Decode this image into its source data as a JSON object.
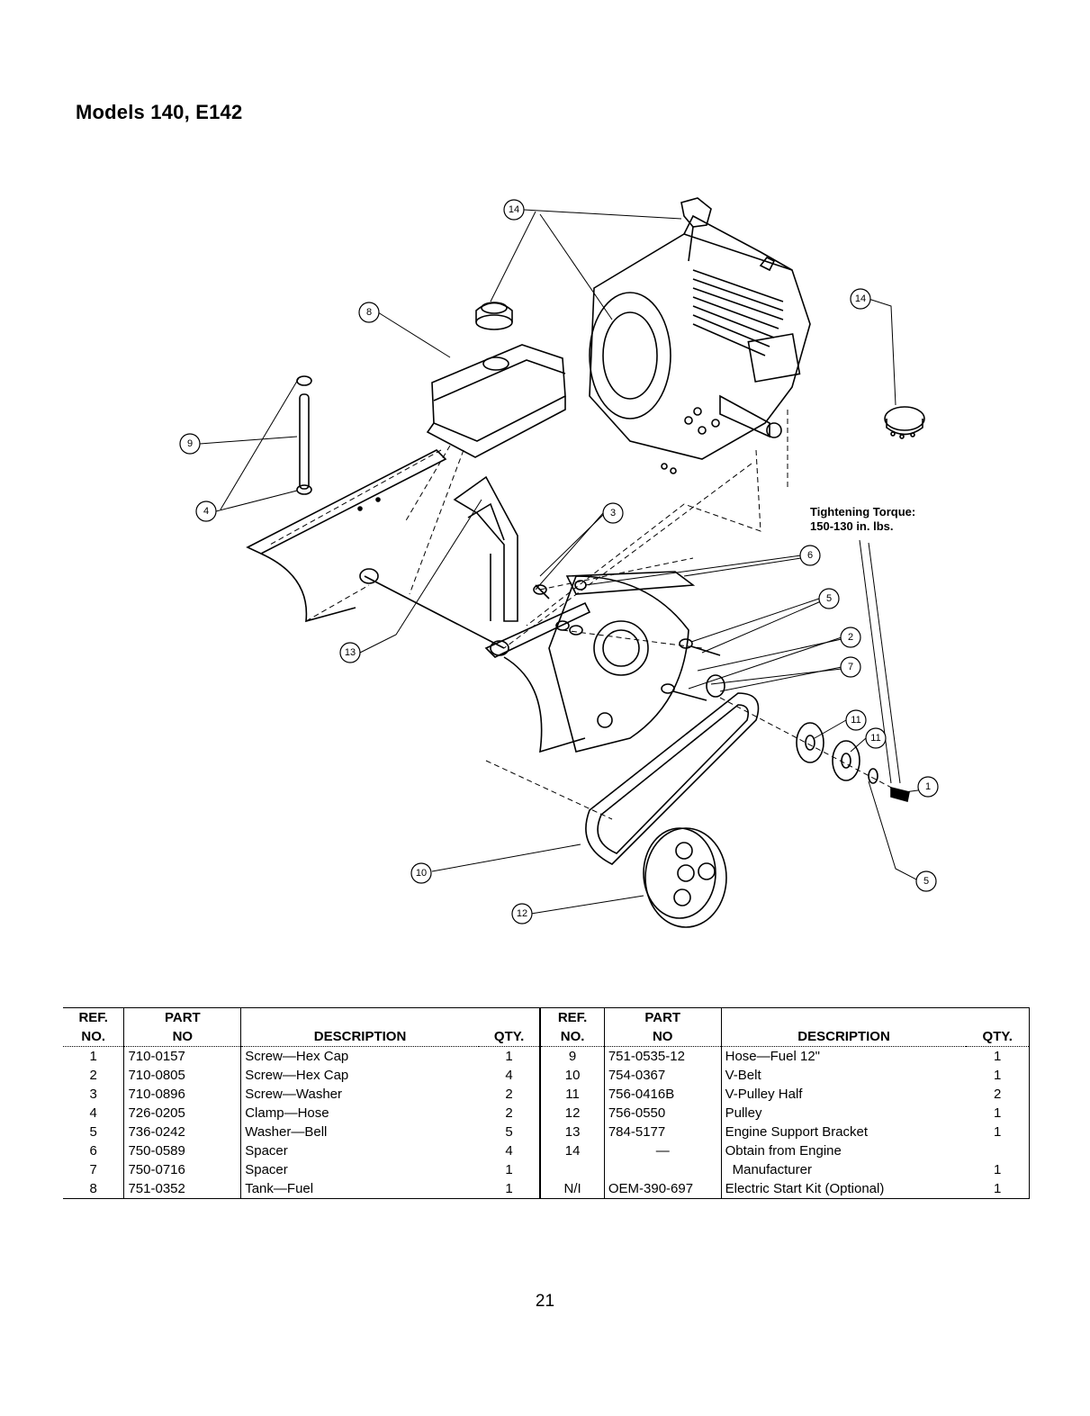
{
  "page_title": "Models 140, E142",
  "torque_note": {
    "line1": "Tightening Torque:",
    "line2": "150-130 in. lbs."
  },
  "callouts": [
    "14",
    "14",
    "8",
    "9",
    "4",
    "3",
    "6",
    "5",
    "2",
    "7",
    "13",
    "11",
    "11",
    "1",
    "5",
    "10",
    "12"
  ],
  "table": {
    "headers": {
      "ref_top": "REF.",
      "ref_bottom": "NO.",
      "part_top": "PART",
      "part_bottom": "NO",
      "description": "DESCRIPTION",
      "qty": "QTY."
    },
    "rows": [
      {
        "ref": "1",
        "part": "710-0157",
        "desc": "Screw—Hex Cap",
        "qty": "1",
        "ref2": "9",
        "part2": "751-0535-12",
        "desc2": "Hose—Fuel 12\"",
        "qty2": "1"
      },
      {
        "ref": "2",
        "part": "710-0805",
        "desc": "Screw—Hex Cap",
        "qty": "4",
        "ref2": "10",
        "part2": "754-0367",
        "desc2": "V-Belt",
        "qty2": "1"
      },
      {
        "ref": "3",
        "part": "710-0896",
        "desc": "Screw—Washer",
        "qty": "2",
        "ref2": "11",
        "part2": "756-0416B",
        "desc2": "V-Pulley Half",
        "qty2": "2"
      },
      {
        "ref": "4",
        "part": "726-0205",
        "desc": "Clamp—Hose",
        "qty": "2",
        "ref2": "12",
        "part2": "756-0550",
        "desc2": "Pulley",
        "qty2": "1"
      },
      {
        "ref": "5",
        "part": "736-0242",
        "desc": "Washer—Bell",
        "qty": "5",
        "ref2": "13",
        "part2": "784-5177",
        "desc2": "Engine Support Bracket",
        "qty2": "1"
      },
      {
        "ref": "6",
        "part": "750-0589",
        "desc": "Spacer",
        "qty": "4",
        "ref2": "14",
        "part2": "—",
        "desc2": "Obtain from Engine",
        "qty2": ""
      },
      {
        "ref": "7",
        "part": "750-0716",
        "desc": "Spacer",
        "qty": "1",
        "ref2": "",
        "part2": "",
        "desc2": "Manufacturer",
        "qty2": "1"
      },
      {
        "ref": "8",
        "part": "751-0352",
        "desc": "Tank—Fuel",
        "qty": "1",
        "ref2": "N/I",
        "part2": "OEM-390-697",
        "desc2": "Electric Start Kit (Optional)",
        "qty2": "1"
      }
    ]
  },
  "page_number": "21"
}
